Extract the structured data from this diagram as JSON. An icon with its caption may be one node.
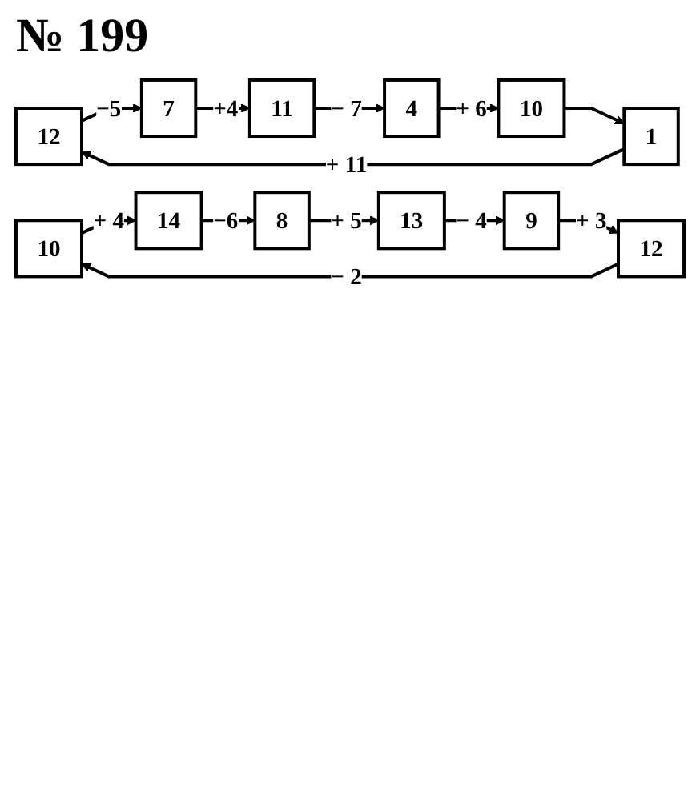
{
  "diagram": {
    "title": "№ 199",
    "nodes": [
      {
        "text": [
          "12"
        ]
      },
      {
        "text": [
          "7"
        ]
      },
      {
        "text": [
          "11"
        ]
      },
      {
        "text": [
          "1"
        ]
      },
      {
        "text": [
          "10"
        ]
      },
      {
        "text": [
          "4"
        ]
      },
      {
        "text": [
          "10"
        ]
      },
      {
        "text": [
          "14"
        ]
      },
      {
        "text": [
          "8"
        ]
      },
      {
        "text": [
          "12"
        ]
      },
      {
        "text": [
          "9"
        ]
      },
      {
        "text": [
          "13"
        ]
      }
    ],
    "edges": [
      {
        "from": 0,
        "to": 1,
        "arrow": "to",
        "label": "−5"
      },
      {
        "from": 1,
        "to": 2,
        "arrow": "to",
        "label": "+4"
      },
      {
        "from": 2,
        "to": 5,
        "arrow": "to",
        "label": "− 7"
      },
      {
        "from": 5,
        "to": 4,
        "arrow": "to",
        "label": "+ 6"
      },
      {
        "from": 4,
        "to": 3,
        "arrow": "to"
      },
      {
        "from": 3,
        "to": 0,
        "arrow": "to",
        "label": "+ 11"
      },
      {
        "from": 6,
        "to": 7,
        "arrow": "to",
        "label": "+ 4"
      },
      {
        "from": 7,
        "to": 8,
        "arrow": "to",
        "label": "−6"
      },
      {
        "from": 8,
        "to": 11,
        "arrow": "to",
        "label": "+ 5"
      },
      {
        "from": 11,
        "to": 10,
        "arrow": "to",
        "label": "− 4"
      },
      {
        "from": 10,
        "to": 9,
        "arrow": "to",
        "label": "+ 3"
      },
      {
        "from": 9,
        "to": 6,
        "arrow": "to",
        "label": "− 2"
      }
    ]
  }
}
